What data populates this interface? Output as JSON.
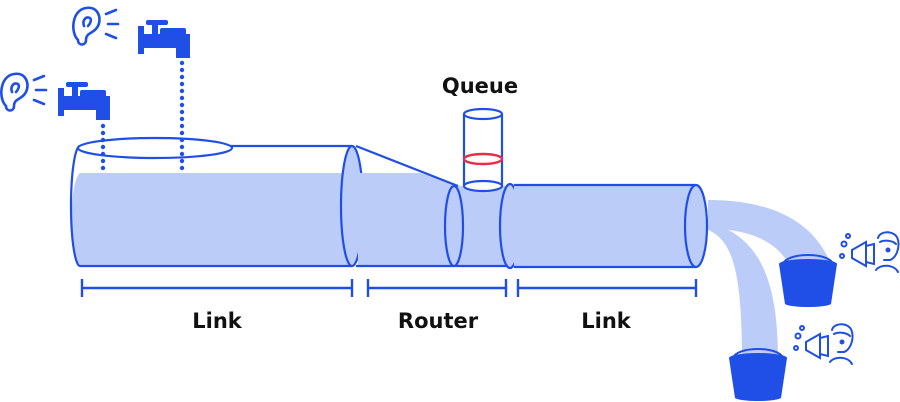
{
  "labels": {
    "queue": "Queue",
    "link_left": "Link",
    "router": "Router",
    "link_right": "Link"
  },
  "colors": {
    "stroke": "#1f4fe6",
    "fill": "#bcccf8",
    "bucket": "#1f4fe6",
    "queue_ring": "#e0304a",
    "text": "#111111"
  },
  "icons": {
    "listener_top": "ear-icon",
    "listener_left": "ear-icon",
    "faucet_top": "faucet-icon",
    "faucet_left": "faucet-icon",
    "receiver_top": "megaphone-person-icon",
    "receiver_bottom": "megaphone-person-icon",
    "bucket_top": "bucket-icon",
    "bucket_bottom": "bucket-icon"
  }
}
